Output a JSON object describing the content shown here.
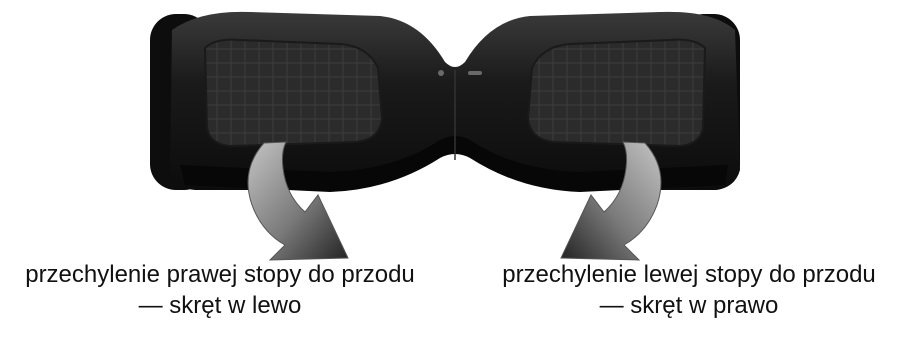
{
  "figure": {
    "subject_icon": "hoverboard-icon",
    "arrow_icon": "curved-arrow-icon",
    "colors": {
      "board_body": "#1b1b1b",
      "deck_pad": "#2c2c2c",
      "wheel": "#0d0d0d",
      "arrow_light": "#9a9a9a",
      "arrow_dark": "#2a2a2a",
      "text": "#111111"
    }
  },
  "captions": {
    "left": {
      "line1": "przechylenie prawej stopy do przodu",
      "line2": "— skręt w lewo"
    },
    "right": {
      "line1": "przechylenie lewej stopy do przodu",
      "line2": "— skręt w prawo"
    }
  }
}
